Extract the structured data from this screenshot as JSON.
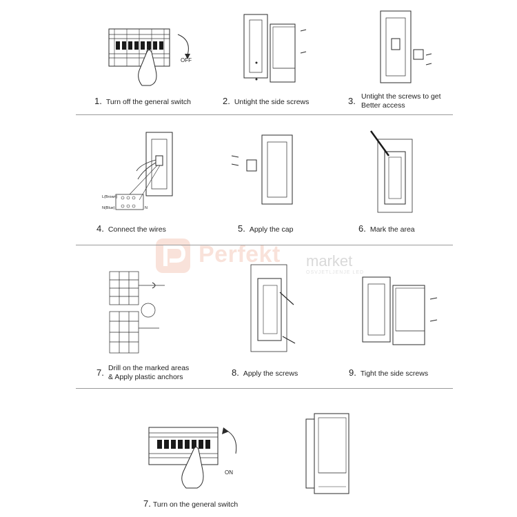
{
  "steps": [
    {
      "num": "1.",
      "text": "Turn off the general switch",
      "label": "OFF"
    },
    {
      "num": "2.",
      "text": "Untight the side screws"
    },
    {
      "num": "3.",
      "text": "Untight the screws to get",
      "text2": "Better access"
    },
    {
      "num": "4.",
      "text": "Connect the wires",
      "wire_labels": [
        "L(Brown)",
        "N(Blue)",
        "N"
      ]
    },
    {
      "num": "5.",
      "text": "Apply the cap"
    },
    {
      "num": "6.",
      "text": "Mark the area"
    },
    {
      "num": "7.",
      "text": "Drill on the marked areas",
      "text2": "& Apply plastic anchors"
    },
    {
      "num": "8.",
      "text": "Apply the screws"
    },
    {
      "num": "9.",
      "text": "Tight the side screws"
    },
    {
      "num": "7.",
      "text": "Turn on the general switch",
      "label": "ON"
    }
  ],
  "watermark": {
    "brand": "Perfekt",
    "suffix": "market",
    "tagline": "OSVJETLJENJE LED"
  },
  "colors": {
    "line": "#2a2a2a",
    "divider": "#9a9a9a",
    "watermark_accent": "#e8805a"
  }
}
